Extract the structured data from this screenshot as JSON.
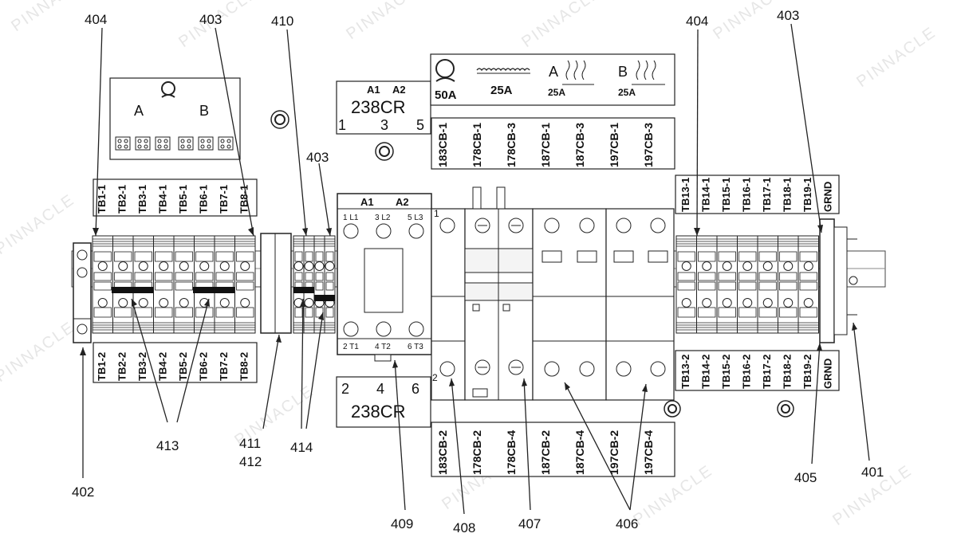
{
  "watermark": "PINNACLE",
  "callouts": {
    "c404a": "404",
    "c403a": "403",
    "c410": "410",
    "c403b": "403",
    "c404b": "404",
    "c403c": "403",
    "c402": "402",
    "c413": "413",
    "c411": "411",
    "c412": "412",
    "c414": "414",
    "c409": "409",
    "c408": "408",
    "c407": "407",
    "c406": "406",
    "c405": "405",
    "c401": "401"
  },
  "tb_top_left": [
    "TB1-1",
    "TB2-1",
    "TB3-1",
    "TB4-1",
    "TB5-1",
    "TB6-1",
    "TB7-1",
    "TB8-1"
  ],
  "tb_bottom_left": [
    "TB1-2",
    "TB2-2",
    "TB3-2",
    "TB4-2",
    "TB5-2",
    "TB6-2",
    "TB7-2",
    "TB8-2"
  ],
  "tb_top_right": [
    "TB13-1",
    "TB14-1",
    "TB15-1",
    "TB16-1",
    "TB17-1",
    "TB18-1",
    "TB19-1",
    "GRND"
  ],
  "tb_bottom_right": [
    "TB13-2",
    "TB14-2",
    "TB15-2",
    "TB16-2",
    "TB17-2",
    "TB18-2",
    "TB19-2",
    "GRND"
  ],
  "cb_top": [
    "183CB-1",
    "178CB-1",
    "178CB-3",
    "187CB-1",
    "187CB-3",
    "197CB-1",
    "197CB-3"
  ],
  "cb_bottom": [
    "183CB-2",
    "178CB-2",
    "178CB-4",
    "187CB-2",
    "187CB-4",
    "197CB-2",
    "197CB-4"
  ],
  "legend_left": {
    "a": "A",
    "b": "B"
  },
  "legend_right": {
    "r50": "50A",
    "r25": "25A",
    "a_letter": "A",
    "a_amp": "25A",
    "b_letter": "B",
    "b_amp": "25A"
  },
  "contactor_top": {
    "a1": "A1",
    "a2": "A2",
    "name": "238CR",
    "p1": "1",
    "p3": "3",
    "p5": "5"
  },
  "contactor_bottom": {
    "p2": "2",
    "p4": "4",
    "p6": "6",
    "name": "238CR"
  },
  "contactor_body": {
    "a1": "A1",
    "a2": "A2",
    "l1": "1 L1",
    "l2": "3 L2",
    "l3": "5 L3",
    "t1": "2 T1",
    "t2": "4 T2",
    "t3": "6 T3"
  },
  "breaker_marks": {
    "top": "1",
    "bottom": "2"
  }
}
